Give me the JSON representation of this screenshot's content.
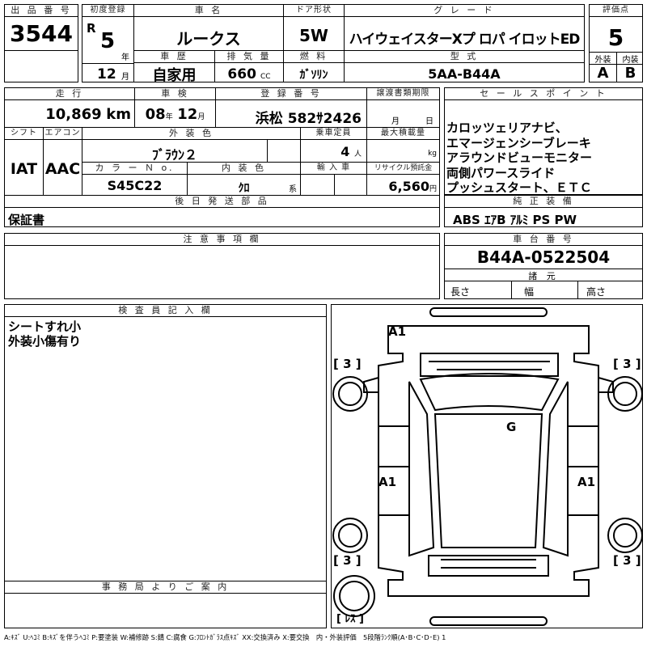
{
  "lot": {
    "label": "出 品 番 号",
    "value": "3544"
  },
  "first_reg": {
    "label": "初度登録",
    "era": "R",
    "year": "5",
    "year_unit": "年",
    "month": "12",
    "month_unit": "月"
  },
  "car_name": {
    "label": "車 名",
    "value": "ルークス"
  },
  "door": {
    "label": "ドア形状",
    "value": "5W"
  },
  "grade": {
    "label": "グ レ ー ド",
    "value": "ハイウェイスターXプ ロパ イロットED"
  },
  "score": {
    "label": "評価点",
    "value": "5",
    "ext_label": "外装",
    "int_label": "内装",
    "ext": "A",
    "int": "B"
  },
  "history": {
    "label": "車 歴",
    "value": "自家用"
  },
  "displacement": {
    "label": "排 気 量",
    "value": "660",
    "unit": "CC"
  },
  "fuel": {
    "label": "燃 料",
    "value": "ｶﾞｿﾘﾝ"
  },
  "model": {
    "label": "型 式",
    "value": "5AA-B44A"
  },
  "mileage": {
    "label": "走 行",
    "value": "10,869",
    "unit": "km"
  },
  "inspection": {
    "label": "車 検",
    "year": "08",
    "year_unit": "年",
    "month": "12",
    "month_unit": "月"
  },
  "plate": {
    "label": "登 録 番 号",
    "value": "浜松 582ｻ2426"
  },
  "transfer": {
    "label": "譲渡書類期限",
    "month_unit": "月",
    "day_unit": "日"
  },
  "sales": {
    "label": "セ ー ル ス ポ イ ン ト",
    "lines": [
      "カロッツェリアナビ、",
      "エマージェンシーブレーキ",
      "アラウンドビューモニター",
      "両側パワースライド",
      "プッシュスタート、ＥＴＣ"
    ]
  },
  "shift": {
    "label": "シフト",
    "value": "IAT"
  },
  "aircon": {
    "label": "エアコン",
    "value": "AAC"
  },
  "ext_color": {
    "label": "外 装 色",
    "value": "ﾌﾞﾗｳﾝ２"
  },
  "capacity": {
    "label": "乗車定員",
    "value": "4",
    "unit": "人"
  },
  "max_load": {
    "label": "最大積載量",
    "unit": "kg"
  },
  "color_no": {
    "label": "カ ラ ー Ｎ o.",
    "value": "S45C22"
  },
  "int_color": {
    "label": "内 装 色",
    "value": "ｸﾛ",
    "suffix": "系"
  },
  "import": {
    "label": "輸 入 車"
  },
  "recycle": {
    "label": "リサイクル預託金",
    "value": "6,560",
    "unit": "円"
  },
  "parts": {
    "label": "後 日 発 送 部 品",
    "value": "保証書"
  },
  "equipment": {
    "label": "純 正 装 備",
    "value": "ABS ｴｱB ｱﾙﾐ PS PW"
  },
  "caution": {
    "label": "注 意 事 項 欄"
  },
  "chassis": {
    "label": "車 台 番 号",
    "value": "B44A-0522504"
  },
  "dims": {
    "label": "諸 元",
    "length": "長さ",
    "width": "幅",
    "height": "高さ"
  },
  "inspector": {
    "label": "検 査 員 記 入 欄",
    "lines": [
      "シートすれ小",
      "外装小傷有り"
    ]
  },
  "office": {
    "label": "事 務 局 よ り ご 案 内"
  },
  "diagram": {
    "marks": {
      "front": "A1",
      "roof": "G",
      "left_side": "A1",
      "right_side": "A1"
    },
    "tires": {
      "fl": "[ 3 ]",
      "fr": "[ 3 ]",
      "rl": "[ 3 ]",
      "rr": "[ 3 ]",
      "spare": "[ ﾚｽ ]"
    }
  },
  "legend": "A:ｷｽﾞ U:ﾍｺﾐ B:ｷｽﾞを伴うﾍｺﾐ P:要塗装 W:補修跡 S:錆 C:腐食 G:ﾌﾛﾝﾄｶﾞﾗｽ点ｷｽﾞ XX:交換済み X:要交換　内・外装評価　5段階ﾗﾝｸ順(A･B･C･D･E) 1"
}
